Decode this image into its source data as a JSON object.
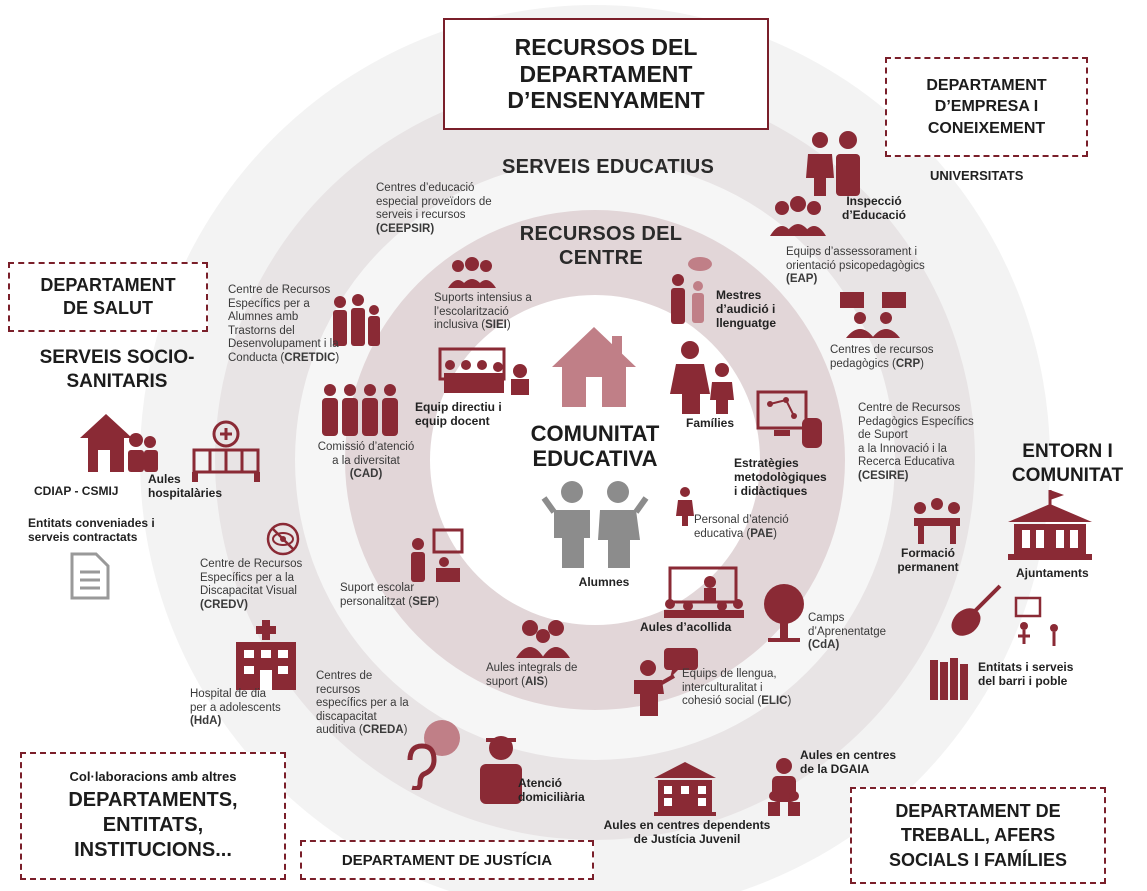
{
  "title": "RECURSOS DEL\nDEPARTAMENT\nD’ENSENYAMENT",
  "center": {
    "label": "COMUNITAT\nEDUCATIVA",
    "sub": "Alumnes"
  },
  "ring_titles": {
    "outer": "SERVEIS EDUCATIUS",
    "inner": "RECURSOS DEL\nCENTRE"
  },
  "boxes": {
    "empresa": "DEPARTAMENT\nD’EMPRESA I\nCONEIXEMENT",
    "salut": "DEPARTAMENT\nDE SALUT",
    "treball": "DEPARTAMENT DE\nTREBALL, AFERS\nSOCIALS I FAMÍLIES",
    "justicia": "DEPARTAMENT DE JUSTÍCIA",
    "collab_top": "Col·laboracions amb  altres",
    "collab_main": "DEPARTAMENTS,\nENTITATS,\nINSTITUCIONS..."
  },
  "headings": {
    "universitats": "UNIVERSITATS",
    "socio": "SERVEIS SOCIO-\nSANITARIS",
    "entorn": "ENTORN I\nCOMUNITAT"
  },
  "center_resources": {
    "siei_text": "Suports intensius a\nl’escolarització\ninclusiva (",
    "siei_code": "SIEI",
    "mestres": "Mestres\nd’audició i\nllenguatge",
    "equip": "Equip directiu i\nequip docent",
    "families": "Famílies",
    "estrategies": "Estratègies\nmetodològiques\ni didàctiques",
    "cad_text": "Comissió d’atenció\na la diversitat",
    "cad_code": "(CAD)",
    "pae_text": "Personal d’atenció\neducativa (",
    "pae_code": "PAE",
    "sep_text": "Suport escolar\npersonalitzat (",
    "sep_code": "SEP",
    "acollida": "Aules d’acollida",
    "ais_text": "Aules integrals de\nsuport (",
    "ais_code": "AIS"
  },
  "services": {
    "ceepsir_text": "Centres d’educació\nespecial proveïdors de\nserveis i recursos",
    "ceepsir_code": "(CEEPSIR)",
    "inspeccio": "Inspecció\nd’Educació",
    "eap_text": "Equips  d’assessorament i\norientació psicopedagògics",
    "eap_code": "(EAP)",
    "cretdic_text": "Centre de Recursos\nEspecífics per a\nAlumnes amb\nTrastorns del\nDesenvolupament i la\nConducta (",
    "cretdic_code": "CRETDIC",
    "crp_text": "Centres de recursos\npedagògics (",
    "crp_code": "CRP",
    "cesire_text": "Centre de Recursos\nPedagògics Específics\nde Suport\na la Innovació i la\nRecerca Educativa",
    "cesire_code": "(CESIRE)",
    "formacio": "Formació\npermanent",
    "credv_text": "Centre de Recursos\nEspecífics per a la\nDiscapacitat Visual",
    "credv_code": "(CREDV)",
    "cda_text": "Camps\nd’Aprenentatge",
    "cda_code": "(CdA)",
    "elic_text": "Equips de llengua,\ninterculturalitat i\ncohesió social (",
    "elic_code": "ELIC",
    "creda_text": "Centres de\nrecursos\nespecífics per a la\ndiscapacitat\nauditiva (",
    "creda_code": "CREDA",
    "domiciliaria": "Atenció\ndomiciliària"
  },
  "external": {
    "cdiap": "CDIAP - CSMIJ",
    "hospitalaries": "Aules\nhospitalàries",
    "entitats_conv": "Entitats conveniades i\nserveis contractats",
    "hda_text": "Hospital de dia\nper a adolescents",
    "hda_code": "(HdA)",
    "ajuntaments": "Ajuntaments",
    "entitats_barri": "Entitats i serveis\ndel barri i poble",
    "dgaia": "Aules en centres\nde la DGAIA",
    "justicia_juvenil": "Aules en centres dependents\nde Justícia Juvenil"
  },
  "colors": {
    "accent": "#7a1f2a",
    "ring_outer": "#ececec",
    "ring_mid": "#e0d2d4",
    "ring_inner": "#ffffff",
    "icon": "#8a2a35"
  }
}
